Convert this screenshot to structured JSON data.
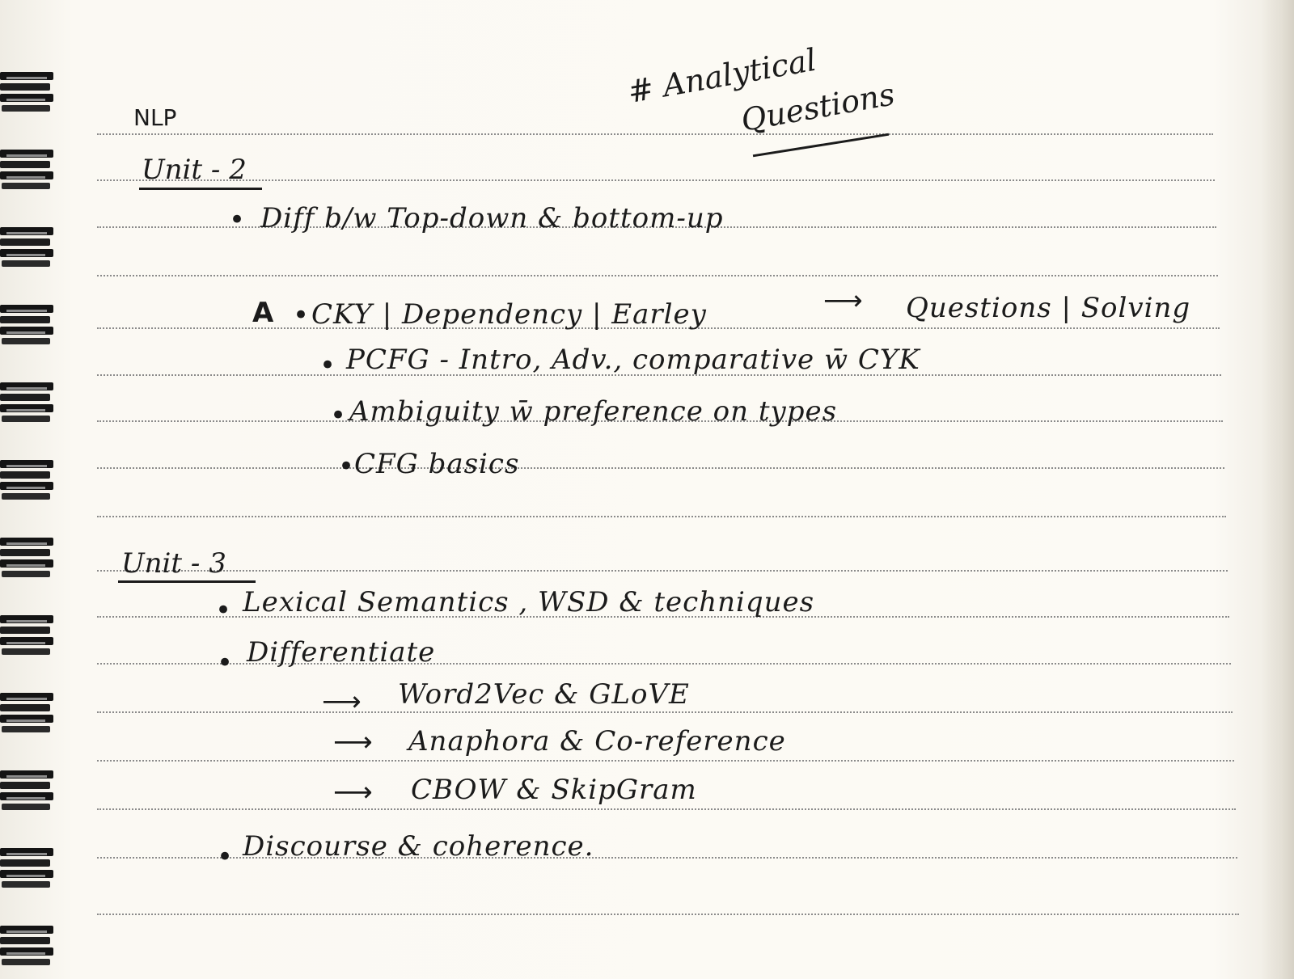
{
  "header": {
    "subject": "NLP",
    "tag_line1": "# Analytical",
    "tag_line2": "Questions"
  },
  "unit2": {
    "title": "Unit - 2",
    "items": [
      "Diff b/w  Top-down & bottom-up",
      "CKY | Dependency | Earley",
      "PCFG  -  Intro,  Adv.,  comparative w̄ CYK",
      "Ambiguity w̄ preference on types",
      "CFG  basics"
    ],
    "star_mark": "A",
    "cky_target": "Questions | Solving"
  },
  "unit3": {
    "title": "Unit - 3",
    "items": [
      "Lexical Semantics ,  WSD & techniques",
      "Differentiate",
      "Discourse & coherence."
    ],
    "subitems": [
      "Word2Vec  &  GLoVE",
      "Anaphora  &  Co-reference",
      "CBOW  &  SkipGram"
    ]
  },
  "icons": {
    "arrow": "right-arrow-icon",
    "bullet": "bullet-dot-icon",
    "spiral": "spiral-binding-icon"
  }
}
